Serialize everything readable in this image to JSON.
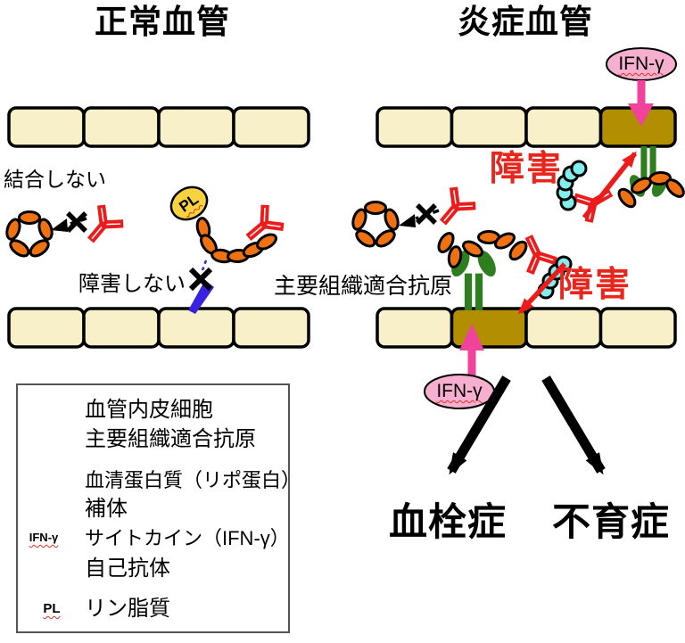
{
  "left_panel": {
    "title": "正常血管",
    "no_binding_label": "結合しない",
    "no_damage_label": "障害しない",
    "pl_label": "PL"
  },
  "right_panel": {
    "title": "炎症血管",
    "ifn_top_label": "IFN-γ",
    "ifn_bottom_label": "IFN-γ",
    "damage_label_top": "障害",
    "damage_label_bottom": "障害",
    "mhc_label": "主要組織適合抗原",
    "outcome_thrombosis": "血栓症",
    "outcome_infertility": "不育症"
  },
  "legend": {
    "items": [
      {
        "icon": "endothelial-cell-icon",
        "label": "血管内皮細胞"
      },
      {
        "icon": "mhc-icon",
        "label": "主要組織適合抗原"
      },
      {
        "icon": "serum-protein-icon",
        "label": "血清蛋白質（リポ蛋白）"
      },
      {
        "icon": "complement-icon",
        "label": "補体"
      },
      {
        "icon": "cytokine-icon",
        "label": "サイトカイン（IFN-γ）",
        "icon_text": "IFN-γ"
      },
      {
        "icon": "autoantibody-icon",
        "label": "自己抗体"
      },
      {
        "icon": "phospholipid-icon",
        "label": "リン脂質",
        "icon_text": "PL"
      }
    ]
  },
  "colors": {
    "cell_cream": "#f8f0c8",
    "damaged_cell_olive": "#b18f00",
    "mhc_green": "#2e7d1e",
    "serum_orange": "#ef7112",
    "antibody_red": "#ed1c1c",
    "complement_cyan": "#82efef",
    "cytokine_pink_fill": "#f6afcf",
    "arrow_pink": "#f0439b",
    "phospholipid_yellow": "#f6d33f",
    "arrow_blue": "#3b22e0",
    "damage_text_red": "#e8261d"
  }
}
